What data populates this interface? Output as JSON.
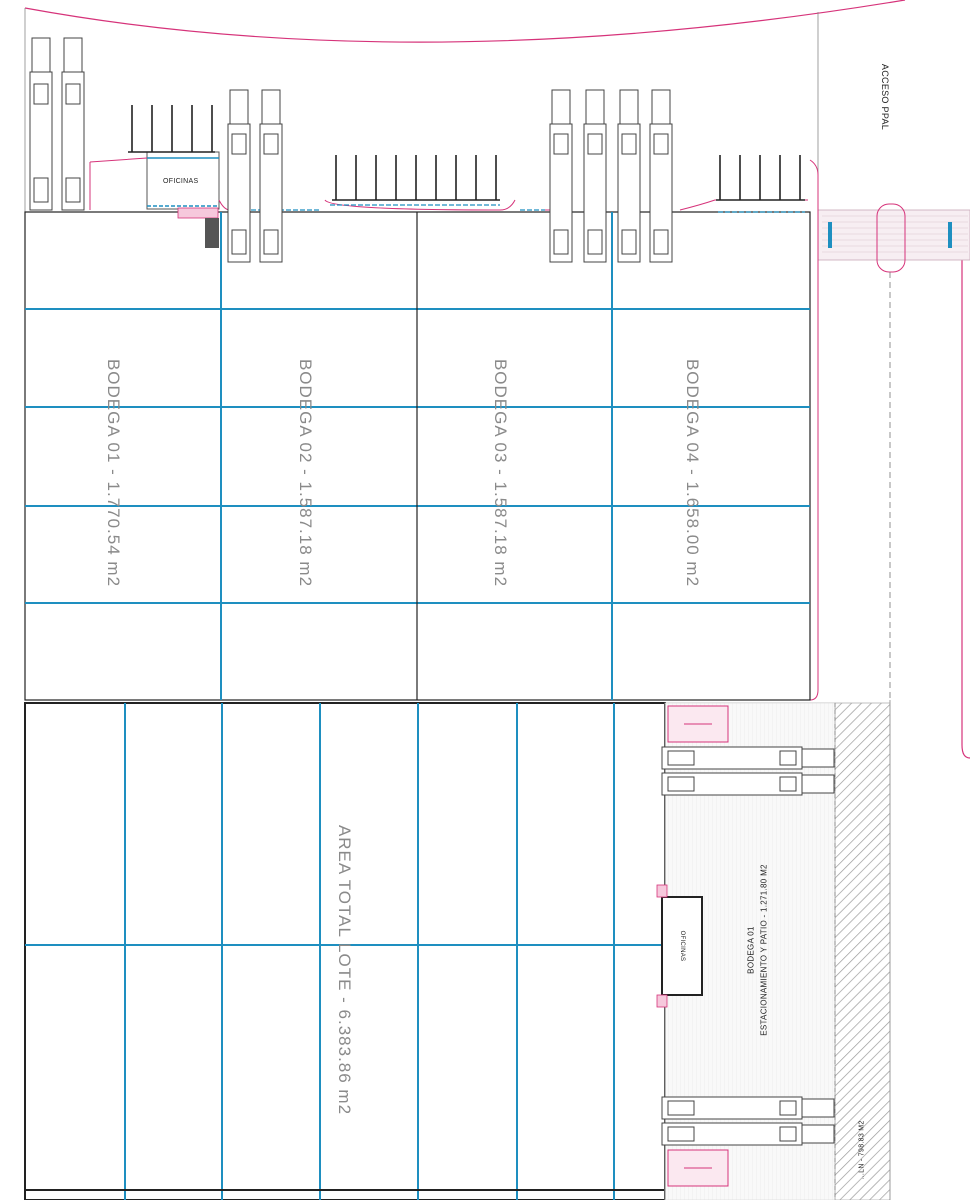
{
  "labels": {
    "acceso": "ACCESO PPAL",
    "oficinas_top": "OFICINAS",
    "oficinas_side": "OFICINAS",
    "bodega01": "BODEGA 01 - 1.770.54 m2",
    "bodega02": "BODEGA 02 - 1.587.18 m2",
    "bodega03": "BODEGA 03 - 1.587.18 m2",
    "bodega04": "BODEGA 04 - 1.658.00 m2",
    "area_total": "AREA TOTAL LOTE - 6.383.86 m2",
    "patio_line1": "BODEGA 01",
    "patio_line2": "ESTACIONAMIENTO Y PATIO - 1.271.80 M2",
    "strip": "...LN - 798.83 M2"
  },
  "colors": {
    "grid": "#1e8fc0",
    "pink": "#d6337a",
    "wall": "#222222",
    "hatch": "#9a9a9a"
  }
}
